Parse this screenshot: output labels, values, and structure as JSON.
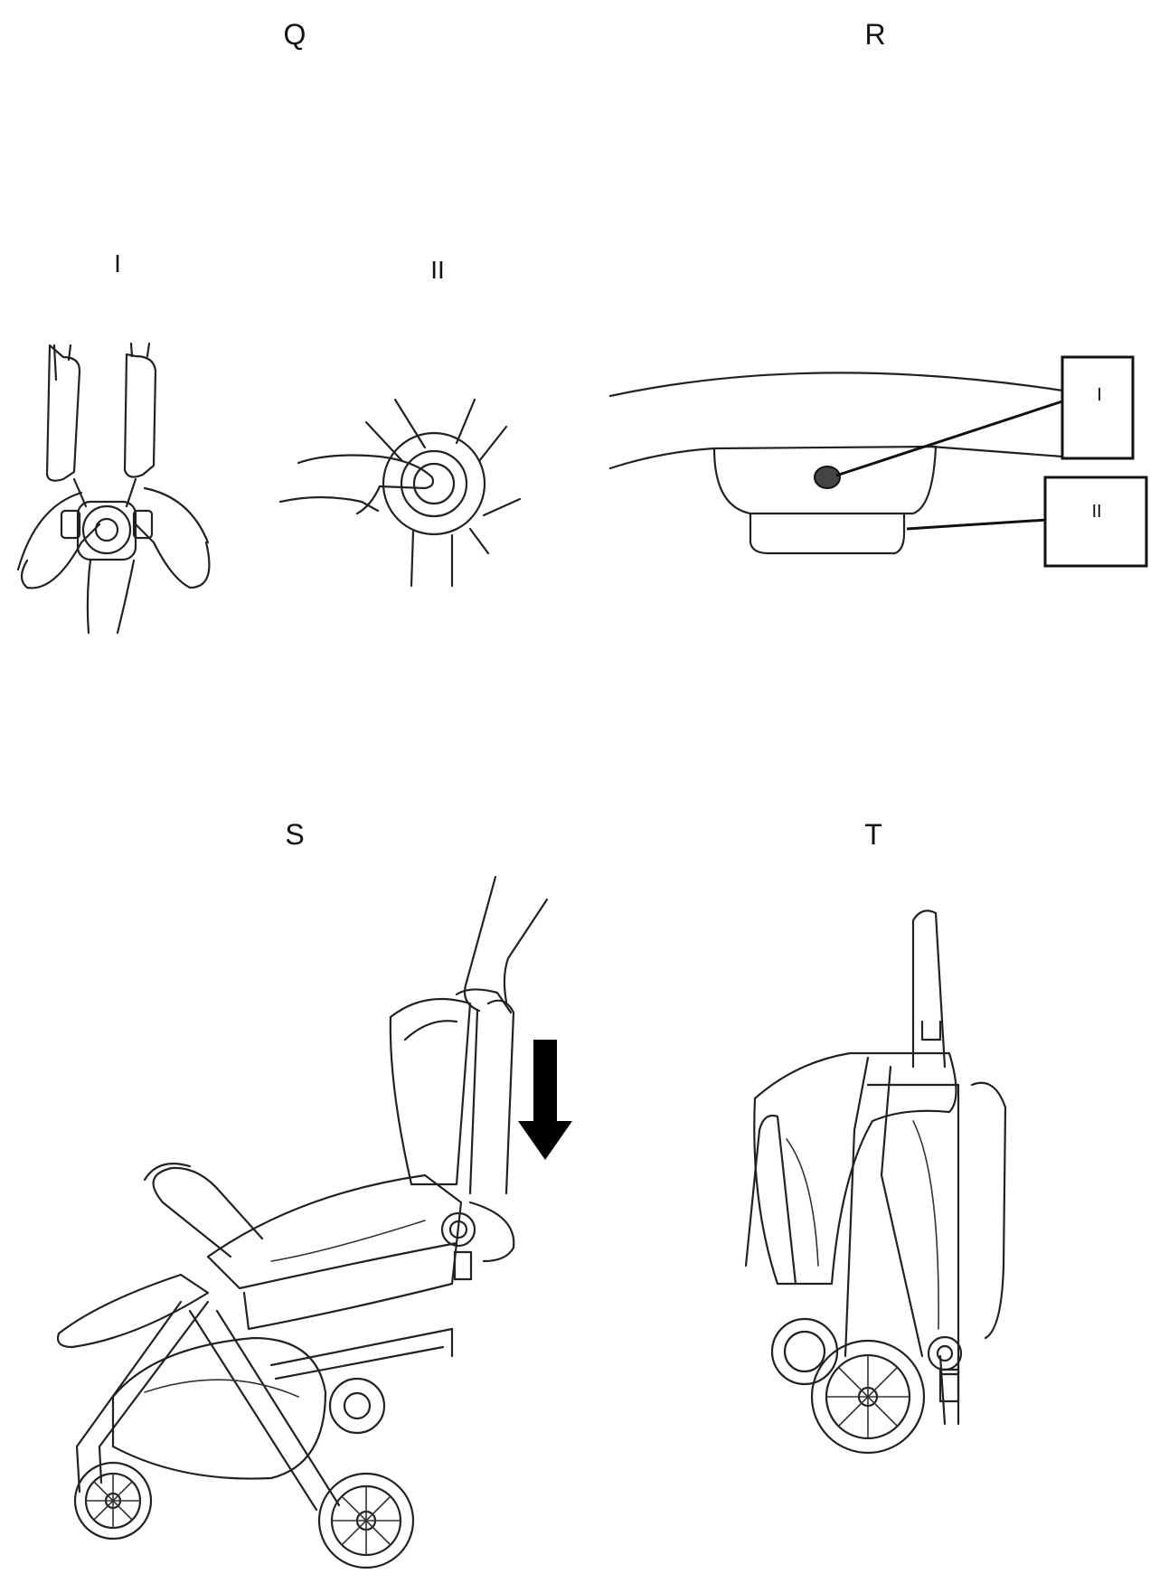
{
  "panels": {
    "q": {
      "label": "Q",
      "sub_i": "I",
      "sub_ii": "II"
    },
    "r": {
      "label": "R",
      "callout_i": "I",
      "callout_ii": "II"
    },
    "s": {
      "label": "S"
    },
    "t": {
      "label": "T"
    }
  },
  "icons": {
    "harness": "harness-buckle-icon",
    "button_press": "hand-pressing-buckle-icon",
    "frame_button": "frame-release-button-icon",
    "fold_arrow": "arrow-down-icon",
    "stroller_unfolded": "stroller-folding-icon",
    "stroller_folded": "stroller-folded-icon"
  },
  "colors": {
    "line": "#222222",
    "arrow": "#000000"
  }
}
